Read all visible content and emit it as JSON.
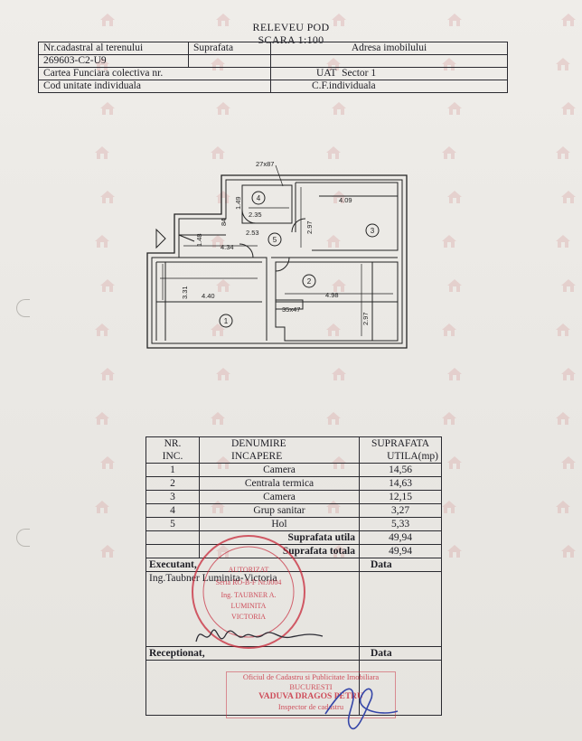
{
  "header": {
    "line1": "RELEVEU POD",
    "line2": "SCARA 1:100"
  },
  "info": {
    "nr_cadastral_label": "Nr.cadastral al terenului",
    "suprafata_label": "Suprafata",
    "adresa_label": "Adresa imobilului",
    "nr_cadastral_value": "269603-C2-U9",
    "adresa_value": "",
    "carte_funciara_label": "Cartea Funciara colectiva nr.",
    "uat_label": "UAT",
    "uat_value": "Sector 1",
    "cod_unitate_label": "Cod unitate individuala",
    "cf_individuala_label": "C.F.individuala"
  },
  "plan": {
    "top_dim": "27x87",
    "door_dim": "35x47",
    "dims": [
      "1.49",
      "2.35",
      "4.09",
      "2.97",
      "84",
      "1.48",
      "2.53",
      "4.34",
      "3.31",
      "4.40",
      "4.98",
      "2.97"
    ],
    "room_numbers": [
      "1",
      "2",
      "3",
      "4",
      "5"
    ]
  },
  "table": {
    "headers": {
      "nr1": "NR.",
      "nr2": "INC.",
      "den1": "DENUMIRE",
      "den2": "INCAPERE",
      "sup1": "SUPRAFATA",
      "sup2": "UTILA(mp)"
    },
    "rows": [
      {
        "nr": "1",
        "name": "Camera",
        "area": "14,56"
      },
      {
        "nr": "2",
        "name": "Centrala termica",
        "area": "14,63"
      },
      {
        "nr": "3",
        "name": "Camera",
        "area": "12,15"
      },
      {
        "nr": "4",
        "name": "Grup sanitar",
        "area": "3,27"
      },
      {
        "nr": "5",
        "name": "Hol",
        "area": "5,33"
      }
    ],
    "suprafata_utila_label": "Suprafata utila",
    "suprafata_utila_value": "49,94",
    "suprafata_totala_label": "Suprafata totala",
    "suprafata_totala_value": "49,94",
    "executant_label": "Executant,",
    "data_label": "Data",
    "executant_name": "Ing.Taubner Luminita-Victoria",
    "receptionat_label": "Receptionat,",
    "data_label2": "Data"
  },
  "stamps": {
    "round_seal_lines": [
      "AUTORIZAT",
      "Seria RO-B-F Nr.0004",
      "Ing. TAUBNER A.",
      "LUMINITA",
      "VICTORIA"
    ],
    "office_lines": [
      "Oficiul de Cadastru si Publicitate Imobiliara",
      "BUCURESTI",
      "VADUVA DRAGOS PETRU",
      "Inspector de cadastru"
    ]
  },
  "colors": {
    "ink": "#1d1d24",
    "seal_red": "#c8283a",
    "signature_blue": "#3546a8"
  }
}
